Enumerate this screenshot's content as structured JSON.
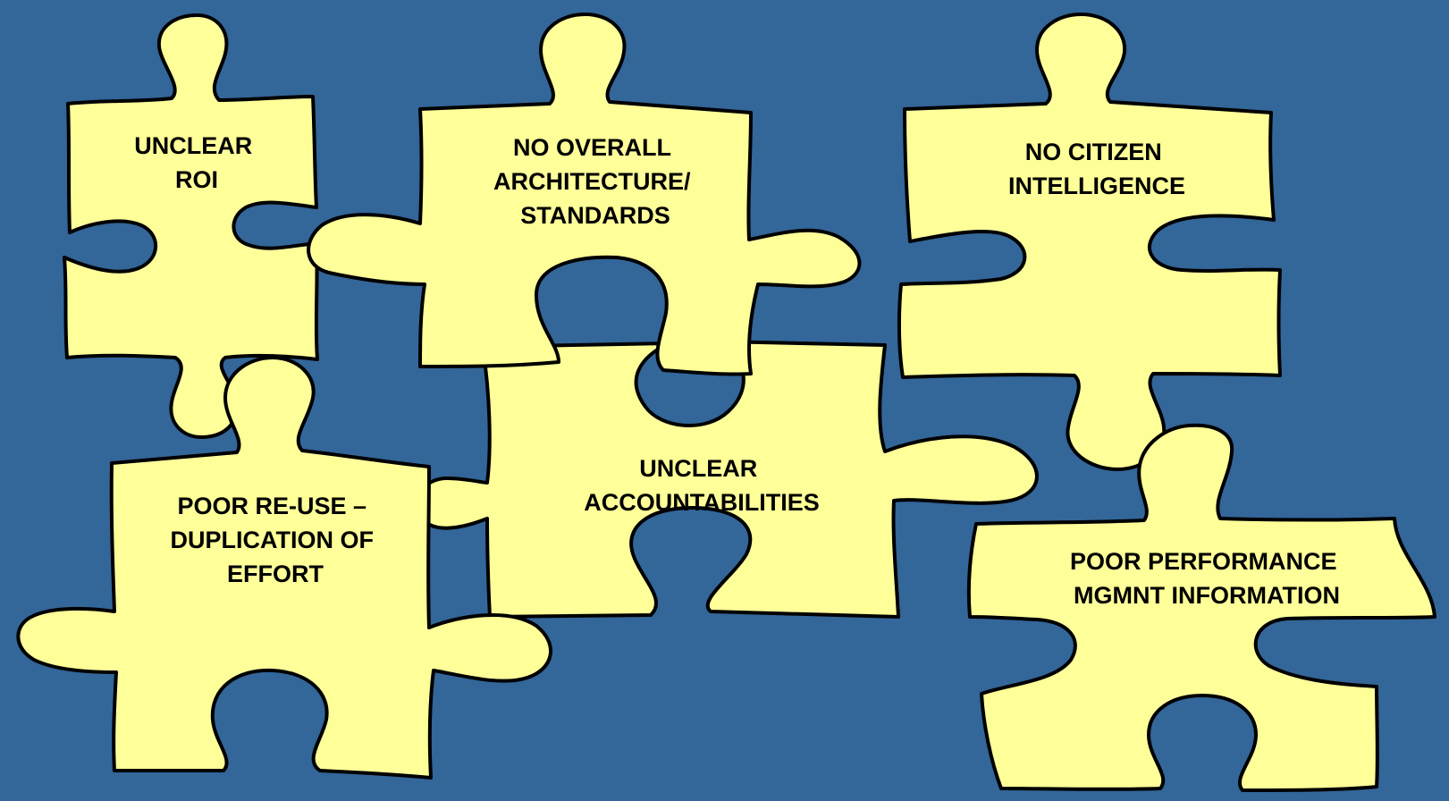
{
  "colors": {
    "background": "#336699",
    "piece_fill": "#FFFF99",
    "piece_outline": "#000000",
    "text": "#000000"
  },
  "pieces": [
    {
      "lines": [
        "UNCLEAR",
        "ROI"
      ]
    },
    {
      "lines": [
        "NO OVERALL",
        "ARCHITECTURE/",
        "STANDARDS"
      ]
    },
    {
      "lines": [
        "NO CITIZEN",
        "INTELLIGENCE"
      ]
    },
    {
      "lines": [
        "UNCLEAR",
        "ACCOUNTABILITIES"
      ]
    },
    {
      "lines": [
        "POOR RE-USE –",
        "DUPLICATION OF",
        "EFFORT"
      ]
    },
    {
      "lines": [
        "POOR PERFORMANCE",
        "MGMNT INFORMATION"
      ]
    }
  ]
}
